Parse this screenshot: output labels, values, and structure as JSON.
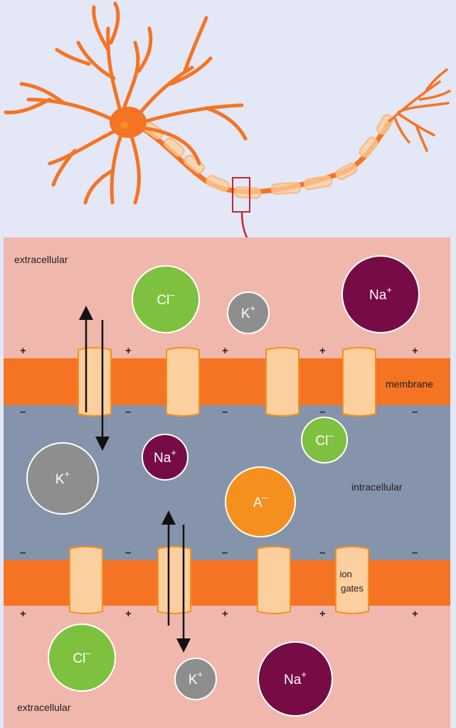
{
  "labels": {
    "extracellular_top": "extracellular",
    "extracellular_bottom": "extracellular",
    "intracellular": "intracellular",
    "membrane": "membrane",
    "ion_gates_line1": "ion",
    "ion_gates_line2": "gates"
  },
  "signs": {
    "positive": "+",
    "negative": "–"
  },
  "ions": [
    {
      "id": "cl-top",
      "base": "Cl",
      "charge": "–"
    },
    {
      "id": "k-top",
      "base": "K",
      "charge": "+"
    },
    {
      "id": "na-top",
      "base": "Na",
      "charge": "+"
    },
    {
      "id": "cl-mid",
      "base": "Cl",
      "charge": "–"
    },
    {
      "id": "na-mid",
      "base": "Na",
      "charge": "+"
    },
    {
      "id": "k-mid",
      "base": "K",
      "charge": "+"
    },
    {
      "id": "a-mid",
      "base": "A",
      "charge": "–"
    },
    {
      "id": "cl-bot",
      "base": "Cl",
      "charge": "–"
    },
    {
      "id": "k-bot",
      "base": "K",
      "charge": "+"
    },
    {
      "id": "na-bot",
      "base": "Na",
      "charge": "+"
    }
  ],
  "colors": {
    "background": "#e3e7f6",
    "extracellular": "#f0b8ac",
    "intracellular": "#8694ab",
    "membrane": "#f47424",
    "gate": "#fccf9e",
    "neuron": "#f47424",
    "myelin": "#fccf9e",
    "cl_ion": "#7ec13f",
    "k_ion": "#8e8e8e",
    "na_ion": "#760b45",
    "a_ion": "#f5901e",
    "pointer": "#c0282e"
  }
}
